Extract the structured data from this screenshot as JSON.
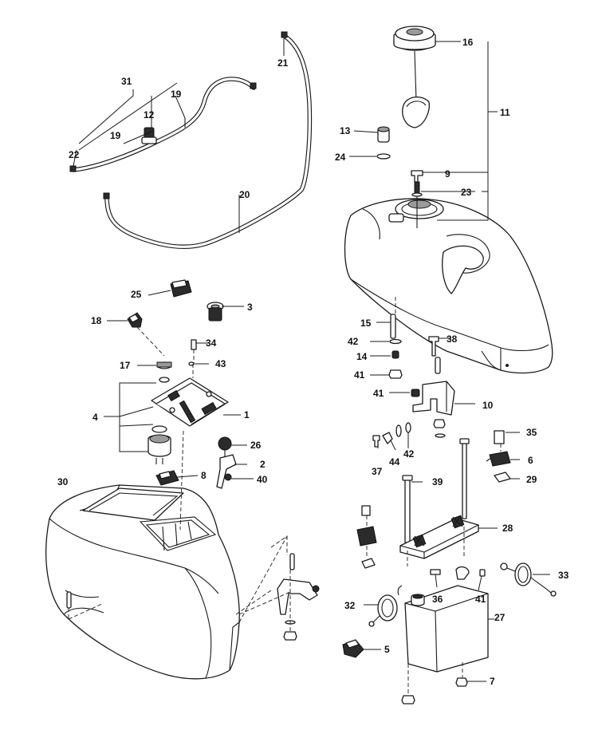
{
  "callouts": {
    "c1": "1",
    "c2": "2",
    "c3": "3",
    "c4": "4",
    "c5": "5",
    "c6": "6",
    "c7": "7",
    "c8": "8",
    "c9": "9",
    "c10": "10",
    "c11": "11",
    "c12": "12",
    "c13": "13",
    "c14": "14",
    "c15": "15",
    "c16": "16",
    "c17": "17",
    "c18": "18",
    "c19a": "19",
    "c19b": "19",
    "c20": "20",
    "c21": "21",
    "c22": "22",
    "c23": "23",
    "c24": "24",
    "c25": "25",
    "c26": "26",
    "c27": "27",
    "c28": "28",
    "c29": "29",
    "c30": "30",
    "c31": "31",
    "c32": "32",
    "c33": "33",
    "c34": "34",
    "c35": "35",
    "c36": "36",
    "c37": "37",
    "c38": "38",
    "c39": "39",
    "c40": "40",
    "c41a": "41",
    "c41b": "41",
    "c41c": "41",
    "c42a": "42",
    "c42b": "42",
    "c43": "43",
    "c44": "44"
  }
}
